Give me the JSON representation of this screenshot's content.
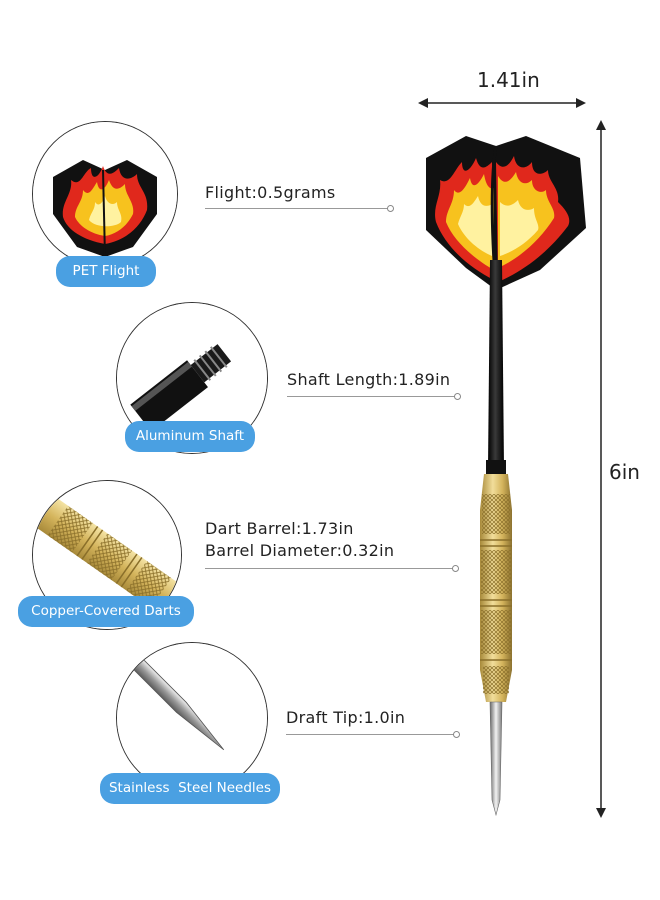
{
  "dimensions": {
    "width_label": "1.41in",
    "length_label": "6in"
  },
  "components": [
    {
      "badge": "PET Flight",
      "spec_lines": [
        "Flight:0.5grams"
      ]
    },
    {
      "badge": "Aluminum Shaft",
      "spec_lines": [
        "Shaft Length:1.89in"
      ]
    },
    {
      "badge": "Copper-Covered Darts",
      "spec_lines": [
        "Dart Barrel:1.73in",
        "Barrel Diameter:0.32in"
      ]
    },
    {
      "badge": "Stainless  Steel Needles",
      "spec_lines": [
        "Draft Tip:1.0in"
      ]
    }
  ],
  "colors": {
    "badge_blue": "#4aa0e2",
    "flame_red": "#e0281c",
    "flame_yellow": "#f7c21e",
    "brass": "#d9bf6a",
    "shaft_black": "#111111"
  },
  "icons": [
    "flight-closeup-icon",
    "shaft-thread-icon",
    "barrel-knurl-icon",
    "needle-tip-icon",
    "dart-illustration"
  ]
}
